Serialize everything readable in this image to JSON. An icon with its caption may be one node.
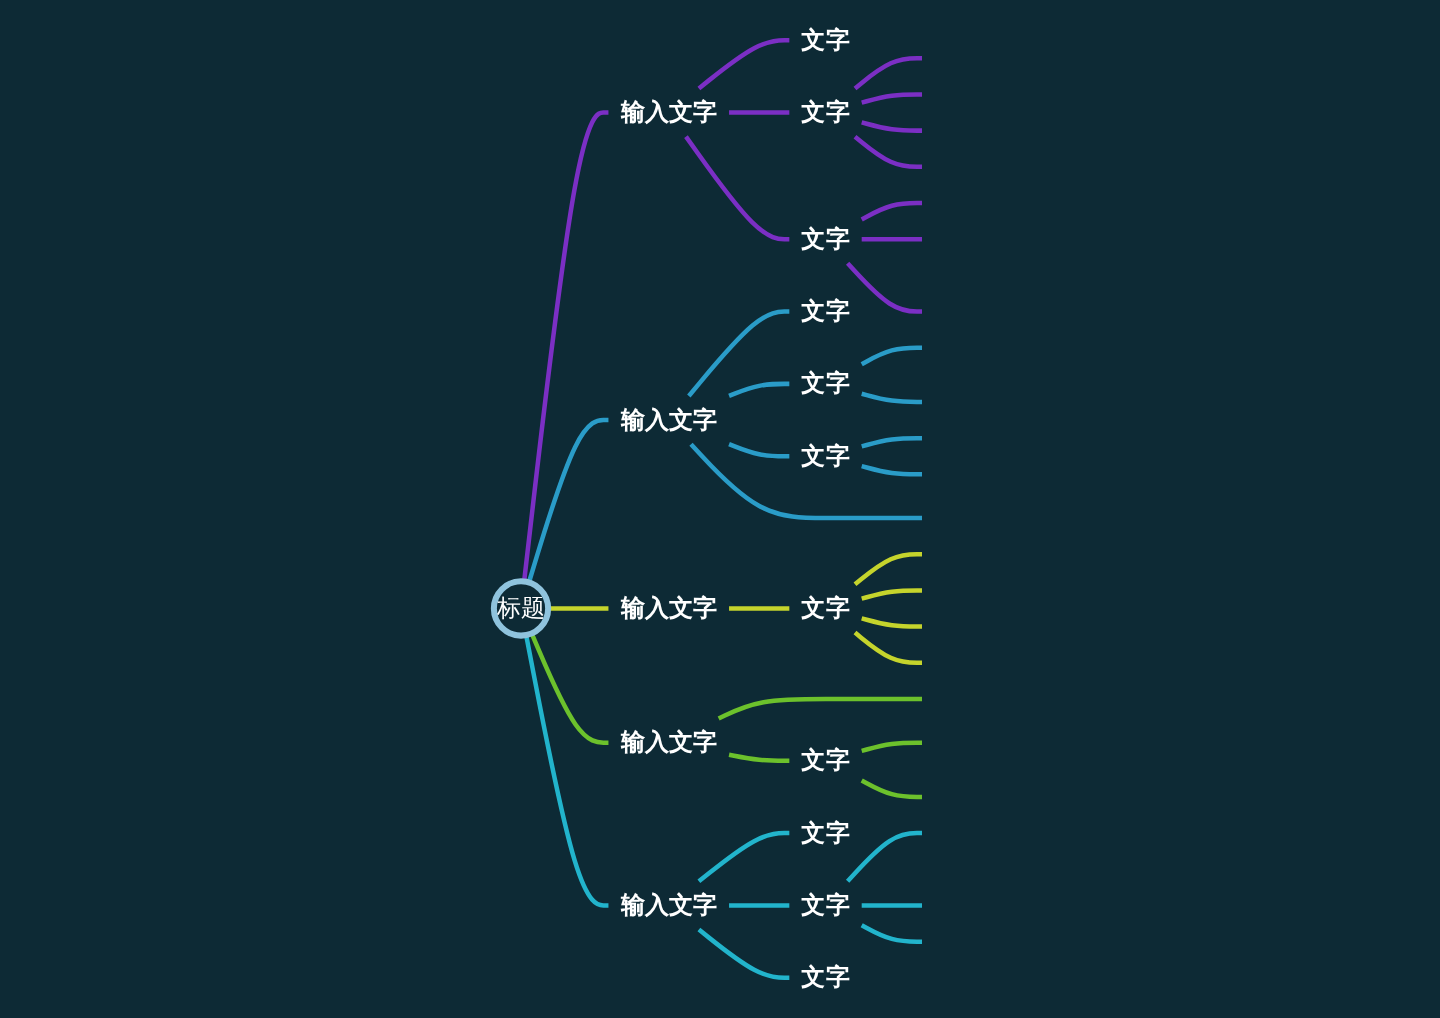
{
  "diagram": {
    "nodes": [
      {
        "text": [
          "标题"
        ]
      },
      {
        "text": [
          "输入文字"
        ]
      },
      {
        "text": [
          "文字"
        ]
      },
      {
        "text": [
          "文字"
        ]
      },
      {
        "text": [
          "文字"
        ]
      },
      {
        "text": [
          "输入文字"
        ]
      },
      {
        "text": [
          "文字"
        ]
      },
      {
        "text": [
          "文字"
        ]
      },
      {
        "text": [
          "文字"
        ]
      },
      {
        "text": [
          "输入文字"
        ]
      },
      {
        "text": [
          "文字"
        ]
      },
      {
        "text": [
          "输入文字"
        ]
      },
      {
        "text": [
          "文字"
        ]
      },
      {
        "text": [
          "输入文字"
        ]
      },
      {
        "text": [
          "文字"
        ]
      },
      {
        "text": [
          "文字"
        ]
      },
      {
        "text": [
          "文字"
        ]
      }
    ],
    "edges": [
      {
        "from": 0,
        "to": 1,
        "arrow": "none",
        "color": "#7b2fc4"
      },
      {
        "from": 1,
        "to": 2,
        "arrow": "none",
        "color": "#7b2fc4"
      },
      {
        "from": 1,
        "to": 3,
        "arrow": "none",
        "color": "#7b2fc4"
      },
      {
        "from": 3,
        "to": null,
        "arrow": "none",
        "color": "#7b2fc4"
      },
      {
        "from": 3,
        "to": null,
        "arrow": "none",
        "color": "#7b2fc4"
      },
      {
        "from": 3,
        "to": null,
        "arrow": "none",
        "color": "#7b2fc4"
      },
      {
        "from": 3,
        "to": null,
        "arrow": "none",
        "color": "#7b2fc4"
      },
      {
        "from": 1,
        "to": 4,
        "arrow": "none",
        "color": "#7b2fc4"
      },
      {
        "from": 4,
        "to": null,
        "arrow": "none",
        "color": "#7b2fc4"
      },
      {
        "from": 4,
        "to": null,
        "arrow": "none",
        "color": "#7b2fc4"
      },
      {
        "from": 4,
        "to": null,
        "arrow": "none",
        "color": "#7b2fc4"
      },
      {
        "from": 0,
        "to": 5,
        "arrow": "none",
        "color": "#2a9cc8"
      },
      {
        "from": 5,
        "to": 6,
        "arrow": "none",
        "color": "#2a9cc8"
      },
      {
        "from": 5,
        "to": 7,
        "arrow": "none",
        "color": "#2a9cc8"
      },
      {
        "from": 7,
        "to": null,
        "arrow": "none",
        "color": "#2a9cc8"
      },
      {
        "from": 7,
        "to": null,
        "arrow": "none",
        "color": "#2a9cc8"
      },
      {
        "from": 5,
        "to": 8,
        "arrow": "none",
        "color": "#2a9cc8"
      },
      {
        "from": 8,
        "to": null,
        "arrow": "none",
        "color": "#2a9cc8"
      },
      {
        "from": 8,
        "to": null,
        "arrow": "none",
        "color": "#2a9cc8"
      },
      {
        "from": 5,
        "to": null,
        "arrow": "none",
        "color": "#2a9cc8"
      },
      {
        "from": 0,
        "to": 9,
        "arrow": "none",
        "color": "#c5d42c"
      },
      {
        "from": 9,
        "to": 10,
        "arrow": "none",
        "color": "#c5d42c"
      },
      {
        "from": 10,
        "to": null,
        "arrow": "none",
        "color": "#c5d42c"
      },
      {
        "from": 10,
        "to": null,
        "arrow": "none",
        "color": "#c5d42c"
      },
      {
        "from": 10,
        "to": null,
        "arrow": "none",
        "color": "#c5d42c"
      },
      {
        "from": 10,
        "to": null,
        "arrow": "none",
        "color": "#c5d42c"
      },
      {
        "from": 0,
        "to": 11,
        "arrow": "none",
        "color": "#6cc12c"
      },
      {
        "from": 11,
        "to": null,
        "arrow": "none",
        "color": "#6cc12c"
      },
      {
        "from": 11,
        "to": 12,
        "arrow": "none",
        "color": "#6cc12c"
      },
      {
        "from": 12,
        "to": null,
        "arrow": "none",
        "color": "#6cc12c"
      },
      {
        "from": 12,
        "to": null,
        "arrow": "none",
        "color": "#6cc12c"
      },
      {
        "from": 0,
        "to": 13,
        "arrow": "none",
        "color": "#22b4cc"
      },
      {
        "from": 13,
        "to": 14,
        "arrow": "none",
        "color": "#22b4cc"
      },
      {
        "from": 13,
        "to": 15,
        "arrow": "none",
        "color": "#22b4cc"
      },
      {
        "from": 15,
        "to": null,
        "arrow": "none",
        "color": "#22b4cc"
      },
      {
        "from": 15,
        "to": null,
        "arrow": "none",
        "color": "#22b4cc"
      },
      {
        "from": 15,
        "to": null,
        "arrow": "none",
        "color": "#22b4cc"
      },
      {
        "from": 13,
        "to": 16,
        "arrow": "none",
        "color": "#22b4cc"
      }
    ]
  }
}
